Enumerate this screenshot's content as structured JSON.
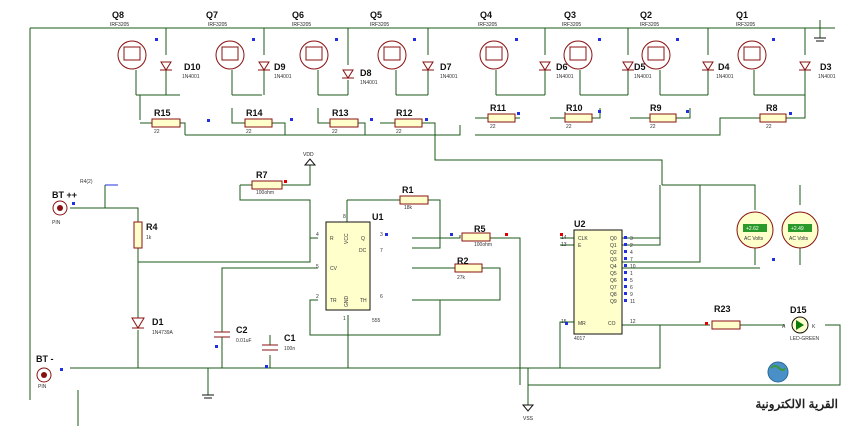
{
  "mosfets": [
    {
      "ref": "Q8",
      "value": "IRF3205"
    },
    {
      "ref": "Q7",
      "value": "IRF3205"
    },
    {
      "ref": "Q6",
      "value": "IRF3205"
    },
    {
      "ref": "Q5",
      "value": "IRF3205"
    },
    {
      "ref": "Q4",
      "value": "IRF3205"
    },
    {
      "ref": "Q3",
      "value": "IRF3205"
    },
    {
      "ref": "Q2",
      "value": "IRF3205"
    },
    {
      "ref": "Q1",
      "value": "IRF3205"
    }
  ],
  "diodes": [
    {
      "ref": "D10",
      "value": "1N4001"
    },
    {
      "ref": "D9",
      "value": "1N4001"
    },
    {
      "ref": "D8",
      "value": "1N4001"
    },
    {
      "ref": "D7",
      "value": "1N4001"
    },
    {
      "ref": "D6",
      "value": "1N4001"
    },
    {
      "ref": "D5",
      "value": "1N4001"
    },
    {
      "ref": "D4",
      "value": "1N4001"
    },
    {
      "ref": "D3",
      "value": "1N4001"
    }
  ],
  "gate_resistors": [
    {
      "ref": "R15",
      "value": "22"
    },
    {
      "ref": "R14",
      "value": "22"
    },
    {
      "ref": "R13",
      "value": "22"
    },
    {
      "ref": "R12",
      "value": "22"
    },
    {
      "ref": "R11",
      "value": "22"
    },
    {
      "ref": "R10",
      "value": "22"
    },
    {
      "ref": "R9",
      "value": "22"
    },
    {
      "ref": "R8",
      "value": "22"
    }
  ],
  "r7": {
    "ref": "R7",
    "value": "100ohm"
  },
  "r1": {
    "ref": "R1",
    "value": "18k"
  },
  "r5": {
    "ref": "R5",
    "value": "100ohm"
  },
  "r2": {
    "ref": "R2",
    "value": "27k"
  },
  "r4": {
    "ref": "R4",
    "value": "1k"
  },
  "r23": {
    "ref": "R23",
    "value": ""
  },
  "d1": {
    "ref": "D1",
    "value": "1N4739A"
  },
  "d15": {
    "ref": "D15",
    "value": "LED-GREEN",
    "pin_a": "A",
    "pin_k": "K"
  },
  "c1": {
    "ref": "C1",
    "value": "100n"
  },
  "c2": {
    "ref": "C2",
    "value": "0.01uF"
  },
  "u1": {
    "ref": "U1",
    "value": "555",
    "pins": {
      "r": "R",
      "vcc": "VCC",
      "q": "Q",
      "dc": "DC",
      "cv": "CV",
      "tr": "TR",
      "gnd": "GND",
      "th": "TH"
    },
    "pin_nums": {
      "r": "4",
      "vcc": "8",
      "q": "3",
      "dc": "7",
      "cv": "5",
      "tr": "2",
      "gnd": "1",
      "th": "6"
    }
  },
  "u2": {
    "ref": "U2",
    "value": "4017",
    "pins": {
      "clk": "CLK",
      "e": "E",
      "mr": "MR",
      "co": "CO",
      "q": [
        "Q0",
        "Q1",
        "Q2",
        "Q3",
        "Q4",
        "Q5",
        "Q6",
        "Q7",
        "Q8",
        "Q9"
      ]
    },
    "pin_nums": {
      "clk": "14",
      "e": "13",
      "mr": "15",
      "co": "12",
      "q": [
        "3",
        "2",
        "4",
        "7",
        "10",
        "1",
        "5",
        "6",
        "9",
        "11"
      ]
    }
  },
  "meters": [
    {
      "reading": "+2.62",
      "unit": "AC Volts"
    },
    {
      "reading": "+2.49",
      "unit": "AC Volts"
    }
  ],
  "bt_pos": {
    "label": "BT ++",
    "type": "PIN"
  },
  "bt_neg": {
    "label": "BT -",
    "type": "PIN"
  },
  "rail_vdd": "VDD",
  "rail_vss": "VSS",
  "probe": "R4(2)",
  "watermark": "القرية الالكترونية",
  "colors": {
    "wire": "#1a5a1a",
    "part": "#8a1010",
    "pin_marker": "#2030e0",
    "meter_face": "#2a9a2a"
  }
}
